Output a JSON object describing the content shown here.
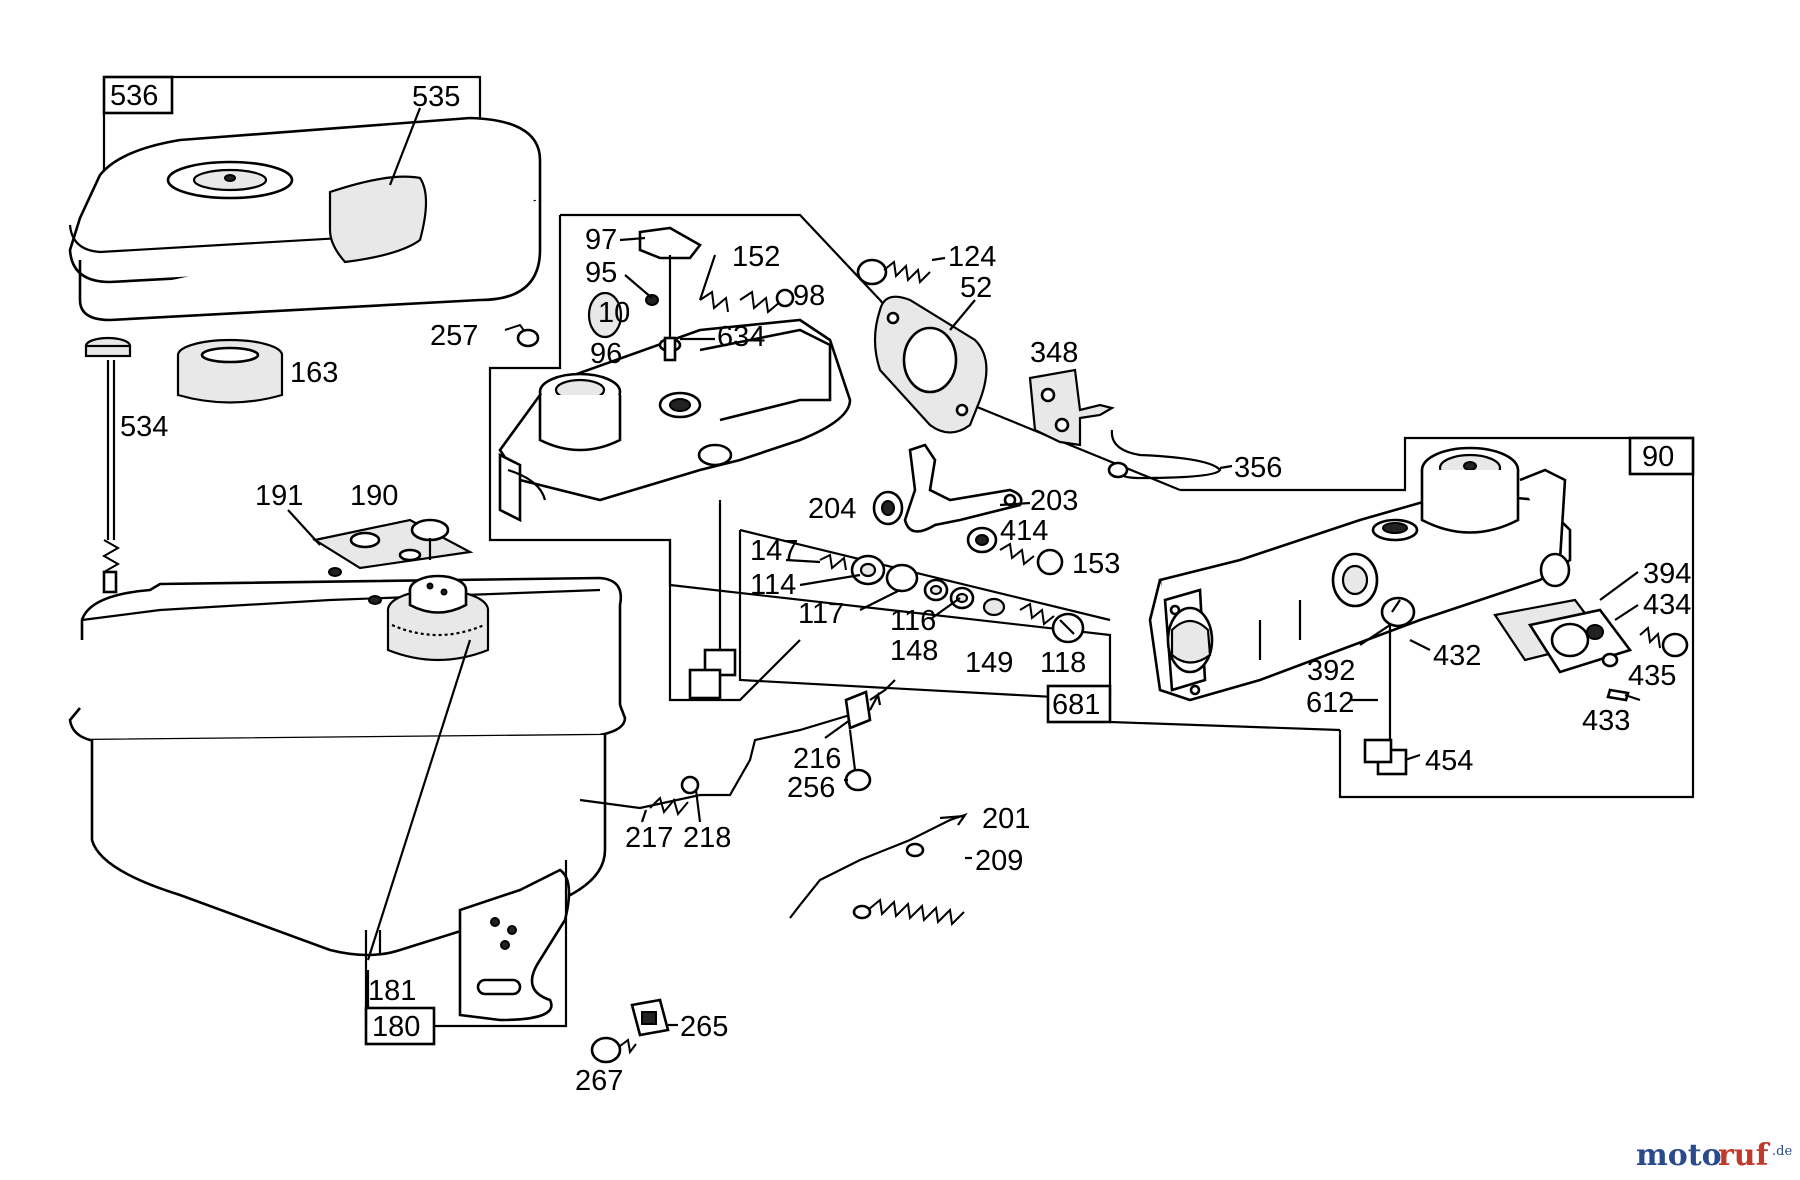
{
  "labels": {
    "l536": "536",
    "l535": "535",
    "l534": "534",
    "l163": "163",
    "l97": "97",
    "l95": "95",
    "l96": "96",
    "l152": "152",
    "l98": "98",
    "l634": "634",
    "l257": "257",
    "l124": "124",
    "l52": "52",
    "l348": "348",
    "l356": "356",
    "l90": "90",
    "l191": "191",
    "l190": "190",
    "l204": "204",
    "l203": "203",
    "l414": "414",
    "l153": "153",
    "l147": "147",
    "l114": "114",
    "l117": "117",
    "l116": "116",
    "l148": "148",
    "l149": "149",
    "l118": "118",
    "l681": "681",
    "l394": "394",
    "l434": "434",
    "l435": "435",
    "l433": "433",
    "l392": "392",
    "l432": "432",
    "l612": "612",
    "l454": "454",
    "l216": "216",
    "l256": "256",
    "l217": "217",
    "l218": "218",
    "l201": "201",
    "l209": "209",
    "l181": "181",
    "l180": "180",
    "l265": "265",
    "l267": "267"
  },
  "watermark": {
    "part1": "moto",
    "part2": "ruf",
    "part3": ".de"
  }
}
